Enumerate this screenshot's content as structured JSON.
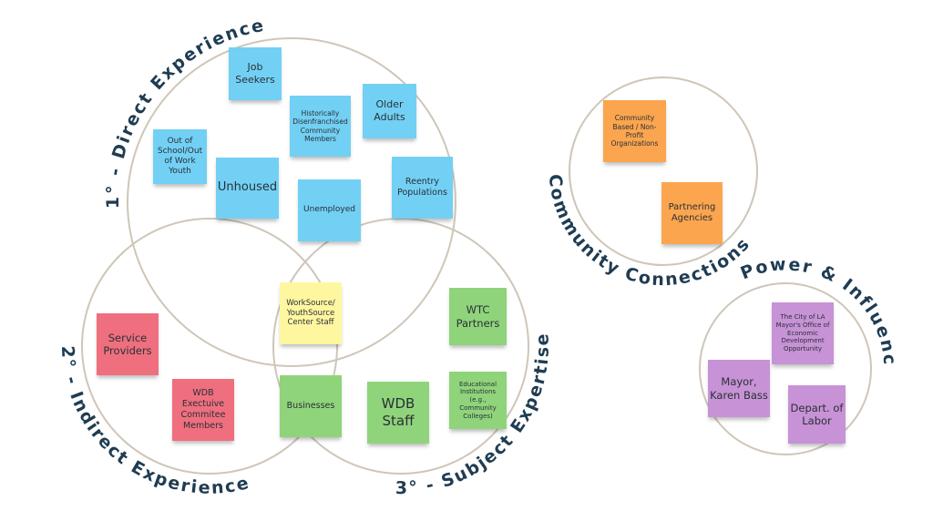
{
  "groups": {
    "direct": "1° - Direct Experience",
    "indirect": "2° - Indirect Experience",
    "subject": "3° - Subject Expertise",
    "community": "Community Connections",
    "power": "Power & Influence"
  },
  "notes": {
    "job_seekers": "Job Seekers",
    "historically": "Historically Disenfranchised Community Members",
    "older_adults": "Older Adults",
    "out_of_school": "Out of School/Out of Work Youth",
    "unhoused": "Unhoused",
    "unemployed": "Unemployed",
    "reentry": "Reentry Populations",
    "worksource": "WorkSource/ YouthSource Center Staff",
    "service_providers": "Service Providers",
    "wdb_exec": "WDB Exectuive Commitee Members",
    "businesses": "Businesses",
    "wdb_staff": "WDB Staff",
    "wtc_partners": "WTC Partners",
    "educational": "Educational Institutions (e.g., Community Colleges)",
    "community_based": "Community Based / Non-Profit Organizations",
    "partnering": "Partnering Agencies",
    "city_la": "The City of LA Mayor's Office of Economic Development Opportunity",
    "mayor": "Mayor, Karen Bass",
    "dol": "Depart. of Labor"
  },
  "colors": {
    "circle": "#cfc6b8",
    "label": "#1f3c52",
    "blue": "#72d0f4",
    "yellow": "#fff7a0",
    "red": "#ef6f7e",
    "green": "#8fd47b",
    "orange": "#fba54f",
    "purple": "#c792d6"
  }
}
